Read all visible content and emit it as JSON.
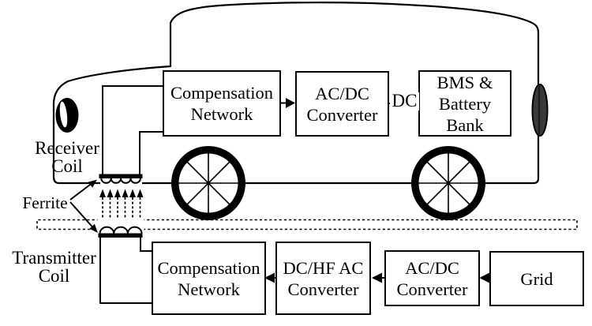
{
  "diagram": {
    "description": "Wireless power transfer electric vehicle charging system diagram",
    "colors": {
      "line": "#000000",
      "background": "#ffffff",
      "rear_ellipse_fill": "#3a3a3a"
    }
  },
  "boxes": {
    "compensation_top": "Compensation\nNetwork",
    "ac_dc_top": "AC/DC\nConverter",
    "bms": "BMS &\nBattery\nBank",
    "compensation_bottom": "Compensation\nNetwork",
    "dc_hf_ac": "DC/HF AC\nConverter",
    "ac_dc_bottom": "AC/DC\nConverter",
    "grid": "Grid"
  },
  "labels": {
    "receiver_coil": "Receiver\nCoil",
    "ferrite": "Ferrite",
    "transmitter_coil": "Transmitter\nCoil",
    "dc_link": "DC"
  }
}
